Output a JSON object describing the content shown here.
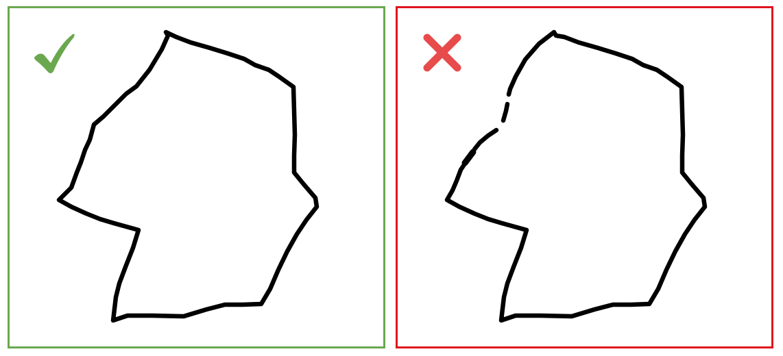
{
  "panels": [
    {
      "name": "correct-example",
      "verdict": "correct",
      "icon": "checkmark-icon",
      "border_color": "#6aa84f",
      "icon_color": "#6aa84f",
      "outline": "continuous"
    },
    {
      "name": "incorrect-example",
      "verdict": "incorrect",
      "icon": "cross-icon",
      "border_color": "#e0141e",
      "icon_color": "#e84b4b",
      "outline": "broken"
    }
  ]
}
